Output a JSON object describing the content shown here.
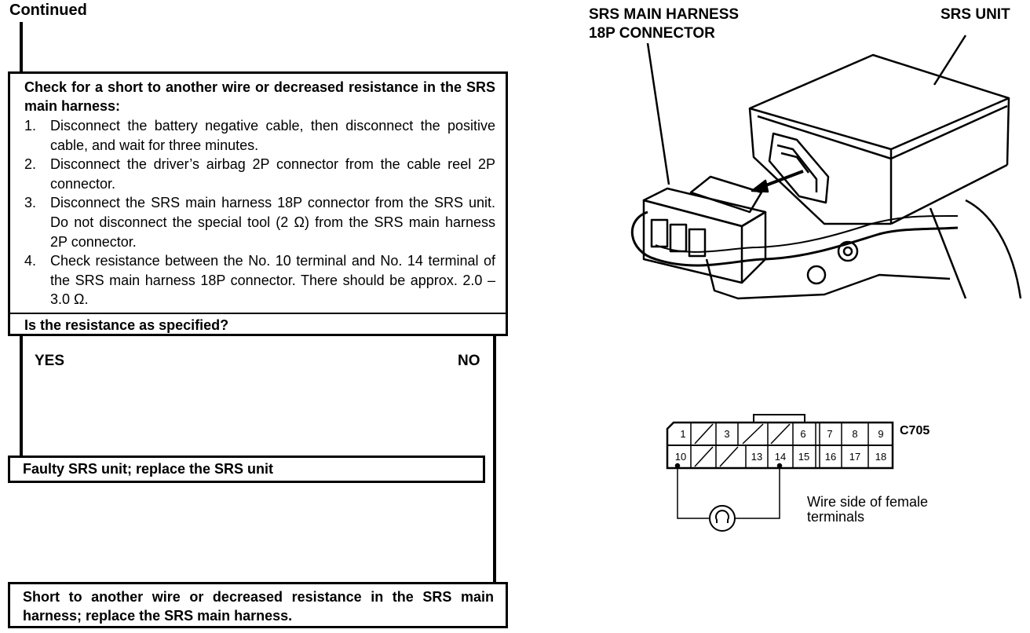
{
  "header": {
    "continued": "Continued"
  },
  "check_box": {
    "title": "Check for a short to another wire or decreased resistance in the SRS main harness:",
    "steps": [
      {
        "num": "1.",
        "text": "Disconnect the battery negative cable, then disconnect the positive cable, and wait for three minutes."
      },
      {
        "num": "2.",
        "text": "Disconnect the driver’s airbag 2P connector from the cable reel 2P connector."
      },
      {
        "num": "3.",
        "text": "Disconnect the SRS main harness 18P connector from the SRS unit. Do not disconnect the special tool (2 Ω) from the SRS main harness 2P connector."
      },
      {
        "num": "4.",
        "text": "Check resistance between the No. 10 terminal and No. 14 terminal of the SRS main harness 18P connector. There should be approx. 2.0 – 3.0 Ω."
      }
    ],
    "question": "Is the resistance as specified?"
  },
  "branches": {
    "yes": "YES",
    "no": "NO"
  },
  "results": {
    "yes": "Faulty SRS unit; replace the SRS unit",
    "no": "Short to another wire or decreased resistance in the SRS main harness; replace the SRS main harness."
  },
  "illustration": {
    "harness_label": "SRS MAIN HARNESS\n18P CONNECTOR",
    "unit_label": "SRS UNIT"
  },
  "connector": {
    "id": "C705",
    "row1": [
      "1",
      "/",
      "3",
      "/",
      "/",
      "6",
      "7",
      "8",
      "9"
    ],
    "row2": [
      "10",
      "/",
      "/",
      "13",
      "14",
      "15",
      "16",
      "17",
      "18"
    ],
    "caption": "Wire side of female\nterminals",
    "meter_icon": "ohmmeter-icon"
  }
}
